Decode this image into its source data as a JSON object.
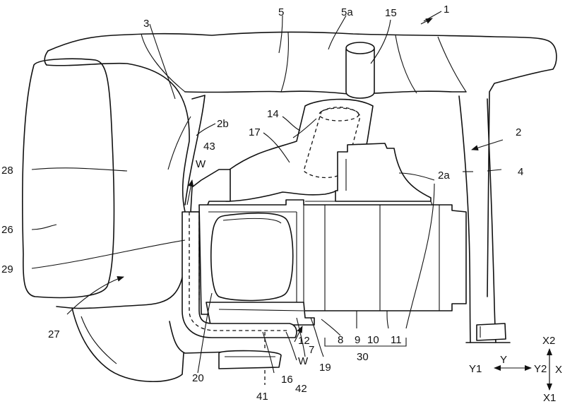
{
  "labels": {
    "l1": "1",
    "l2": "2",
    "l2a": "2a",
    "l2b": "2b",
    "l3": "3",
    "l4": "4",
    "l5": "5",
    "l5a": "5a",
    "l7": "7",
    "l8": "8",
    "l9": "9",
    "l10": "10",
    "l11": "11",
    "l12": "12",
    "l14": "14",
    "l15": "15",
    "l16": "16",
    "l17": "17",
    "l19": "19",
    "l20": "20",
    "l26": "26",
    "l27": "27",
    "l28": "28",
    "l29": "29",
    "l30": "30",
    "l41": "41",
    "l42": "42",
    "l43": "43",
    "lW1": "W",
    "lW2": "W"
  },
  "axes": {
    "x2": "X2",
    "x": "X",
    "x1": "X1",
    "y1": "Y1",
    "y": "Y",
    "y2": "Y2"
  }
}
